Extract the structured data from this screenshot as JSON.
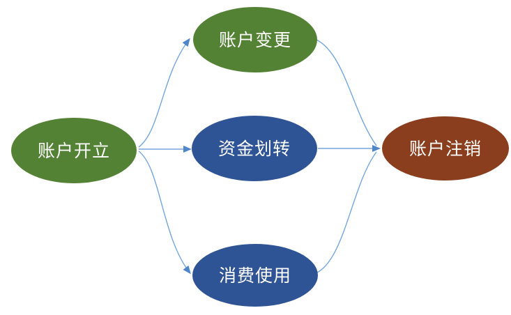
{
  "diagram": {
    "type": "flow-diagram",
    "background_color": "#FFFFFF",
    "arrow_line_color": "#74A6DC",
    "arrow_head_color": "#4E86C8",
    "text_color": "#FFFFFF",
    "nodes": [
      {
        "id": "account-opening",
        "label": "账户开立",
        "shape": "ellipse",
        "color": "#548235"
      },
      {
        "id": "account-change",
        "label": "账户变更",
        "shape": "ellipse",
        "color": "#548235"
      },
      {
        "id": "fund-transfer",
        "label": "资金划转",
        "shape": "ellipse",
        "color": "#2F5496"
      },
      {
        "id": "consumption-use",
        "label": "消费使用",
        "shape": "ellipse",
        "color": "#2F5496"
      },
      {
        "id": "account-cancellation",
        "label": "账户注销",
        "shape": "ellipse",
        "color": "#8B3E1E"
      }
    ],
    "edges": [
      {
        "from": "账户开立",
        "to": "账户变更"
      },
      {
        "from": "账户开立",
        "to": "资金划转"
      },
      {
        "from": "账户开立",
        "to": "消费使用"
      },
      {
        "from": "账户变更",
        "to": "账户注销"
      },
      {
        "from": "资金划转",
        "to": "账户注销"
      },
      {
        "from": "消费使用",
        "to": "账户注销"
      }
    ]
  }
}
